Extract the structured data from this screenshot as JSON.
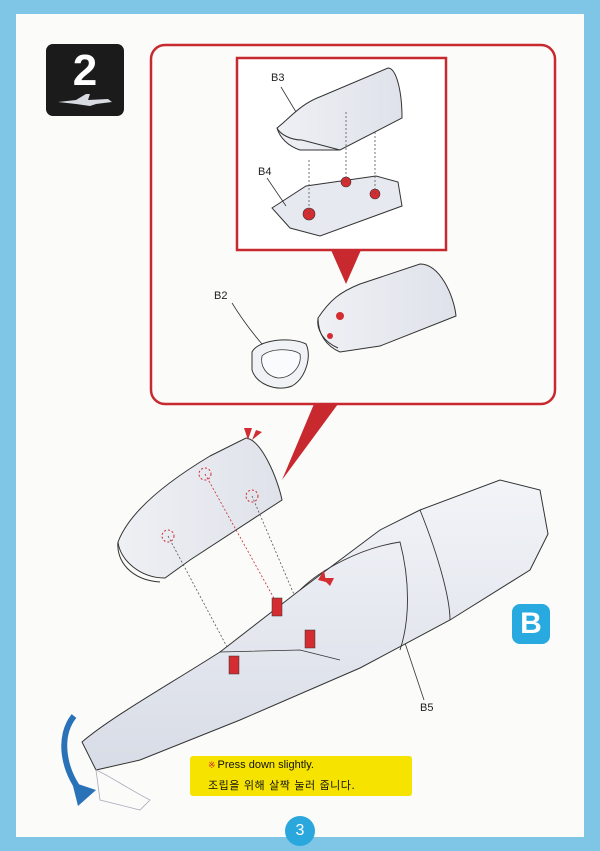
{
  "step": {
    "number": "2"
  },
  "labels": {
    "b3": "B3",
    "b4": "B4",
    "b2": "B2",
    "b5": "B5"
  },
  "section_badge": "B",
  "note": {
    "mark": "※",
    "english": "Press down slightly.",
    "korean": "조립을 위해 살짝 눌러 줍니다."
  },
  "page_number": "3",
  "colors": {
    "page_border": "#7fc6e6",
    "detail_frame": "#c8292f",
    "glue_point": "#d32d31",
    "badge_blue": "#28a9df",
    "note_yellow": "#f6e400"
  }
}
